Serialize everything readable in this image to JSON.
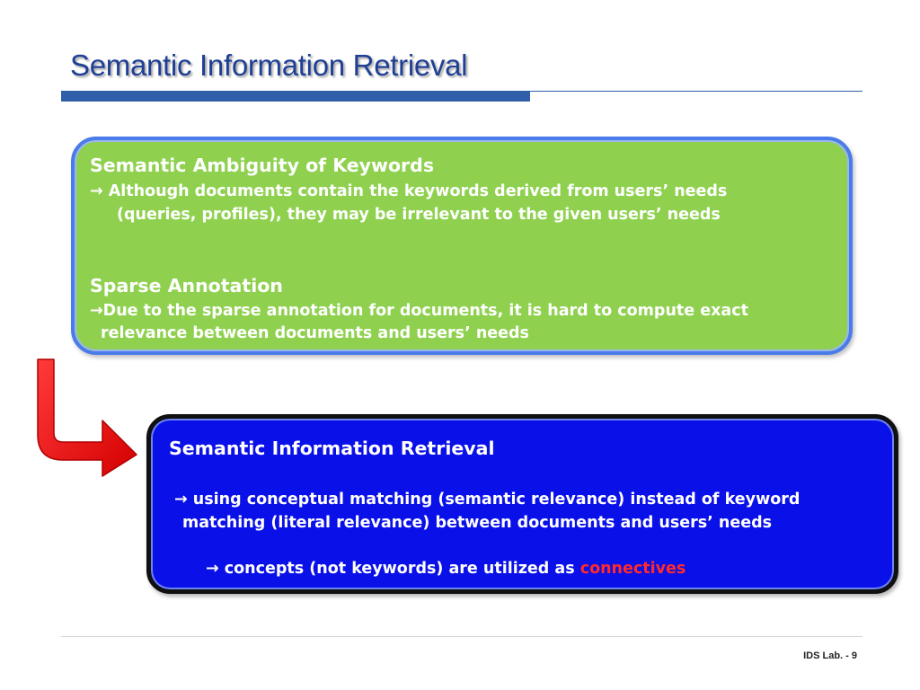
{
  "slide": {
    "title": "Semantic Information Retrieval"
  },
  "problem_box": {
    "section1": {
      "heading": "Semantic Ambiguity of Keywords",
      "line1": "→ Although documents contain the keywords derived from users’ needs",
      "line2": "(queries, profiles), they may be irrelevant to the given users’ needs"
    },
    "section2": {
      "heading": "Sparse Annotation",
      "line1": "→Due to the sparse annotation for documents, it is hard to compute exact",
      "line2": "relevance between documents and users’ needs"
    }
  },
  "solution_box": {
    "heading": "Semantic Information Retrieval",
    "line1": "→ using conceptual matching (semantic relevance) instead of keyword",
    "line2": "matching (literal relevance) between documents and users’ needs",
    "line3_prefix": "→ concepts (not keywords) are utilized as ",
    "line3_highlight": "connectives"
  },
  "footer": {
    "label": "IDS Lab. - 9"
  },
  "colors": {
    "title": "#1f3f95",
    "title_bar": "#2f5fa8",
    "problem_fill": "#8fd14f",
    "problem_border": "#4a7bea",
    "solution_fill": "#0a10e8",
    "solution_border": "#101010",
    "highlight": "#ff2a2a",
    "arrow": "#ee1111"
  },
  "icons": {
    "connector": "red-down-right-arrow-icon"
  }
}
